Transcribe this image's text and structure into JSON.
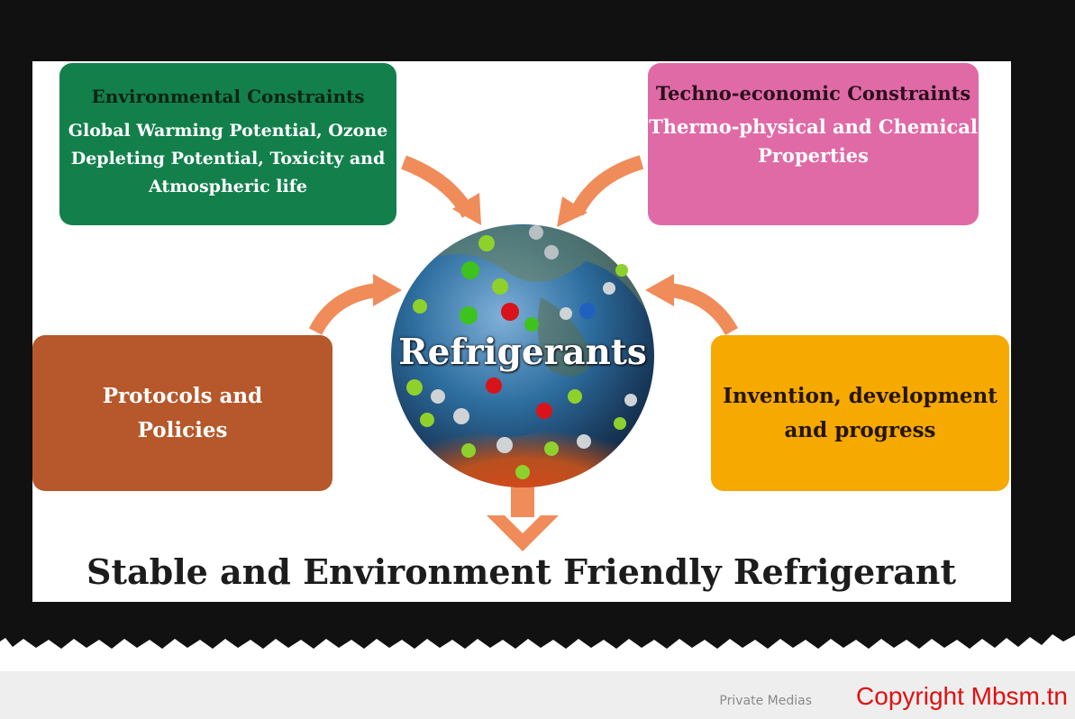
{
  "diagram": {
    "environmental": {
      "title": "Environmental Constraints",
      "details": "Global Warming Potential, Ozone Depleting Potential, Toxicity and Atmospheric life"
    },
    "techno_economic": {
      "title": "Techno-economic Constraints",
      "details": "Thermo-physical and Chemical Properties"
    },
    "protocols": {
      "title": "Protocols and Policies"
    },
    "invention": {
      "title": "Invention, development and progress"
    },
    "center_label": "Refrigerants",
    "result_title": "Stable and Environment Friendly Refrigerant"
  },
  "footer": {
    "private_label": "Private Medias",
    "copyright": "Copyright Mbsm.tn"
  },
  "colors": {
    "environmental": "#13804c",
    "techno_economic": "#e06aa6",
    "protocols": "#b6582b",
    "invention": "#f6a900",
    "arrow": "#ef8c5a",
    "copyright": "#e01010"
  }
}
